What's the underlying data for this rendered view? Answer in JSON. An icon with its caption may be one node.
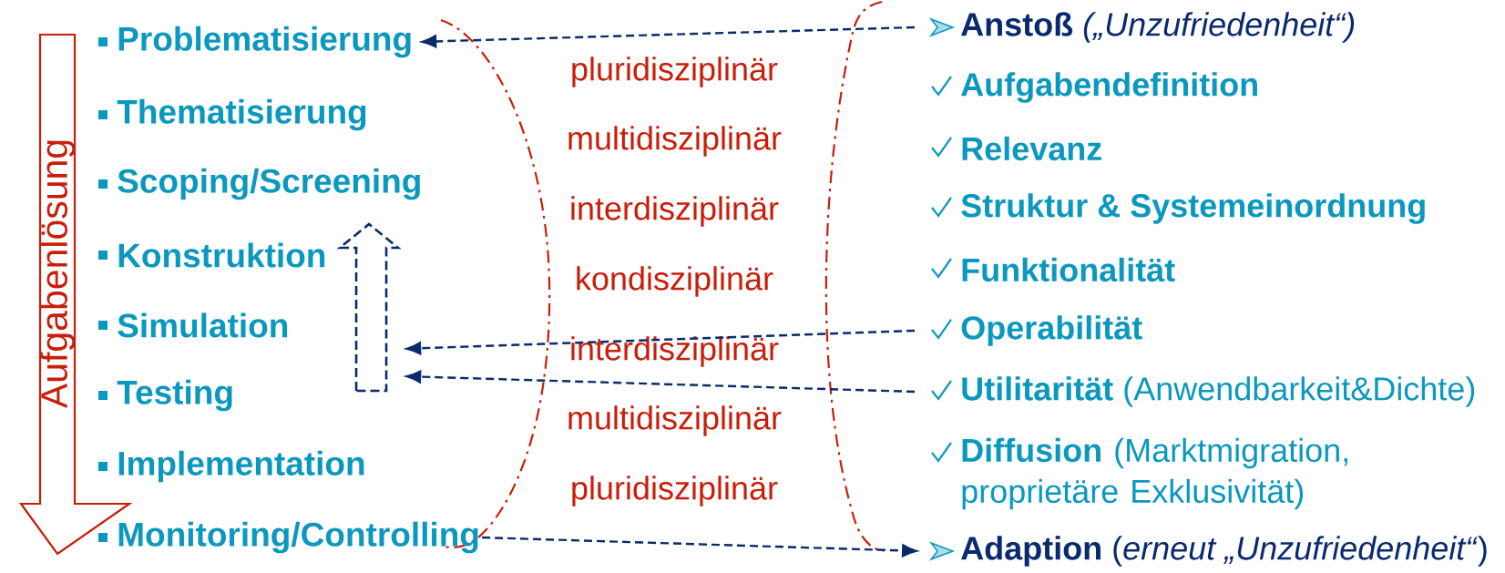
{
  "diagram": {
    "nodes": [
      {
        "text": [
          "Aufgabenlösung"
        ]
      },
      {
        "text": [
          "Problematisierung"
        ]
      },
      {
        "text": [
          "Thematisierung"
        ]
      },
      {
        "text": [
          "Scoping/Screening"
        ]
      },
      {
        "text": [
          "Konstruktion"
        ]
      },
      {
        "text": [
          "Simulation"
        ]
      },
      {
        "text": [
          "Testing"
        ]
      },
      {
        "text": [
          "Implementation"
        ]
      },
      {
        "text": [
          "Monitoring/Controlling"
        ]
      },
      {
        "text": [
          "**Anstoß** *(„Unzufriedenheit“)*"
        ]
      },
      {
        "text": [
          "Aufgabendefinition"
        ]
      },
      {
        "text": [
          "Relevanz"
        ]
      },
      {
        "text": [
          "Struktur & Systemeinordnung"
        ]
      },
      {
        "text": [
          "Funktionalität"
        ]
      },
      {
        "text": [
          "Operabilität"
        ]
      },
      {
        "text": [
          "**Utilitarität** (Anwendbarkeit&Dichte)"
        ]
      },
      {
        "text": [
          "**Diffusion** (Marktmigration, proprietäre Exklusivität)"
        ]
      },
      {
        "text": [
          "**Adaption** (*erneut „Unzufriedenheit“*)"
        ]
      },
      {
        "text": [],
        "shape": "arrow"
      }
    ],
    "edges": [
      {
        "from": 9,
        "to": 1,
        "arrow": "to",
        "style": "dashed"
      },
      {
        "from": 14,
        "to": 18,
        "arrow": "to",
        "style": "dashed"
      },
      {
        "from": 15,
        "to": 18,
        "arrow": "to",
        "style": "dashed"
      },
      {
        "from": 8,
        "to": 17,
        "arrow": "to",
        "style": "dashed"
      }
    ],
    "labels": [
      "pluridisziplinär",
      "multidisziplinär",
      "interdisziplinär",
      "kondisziplinär",
      "interdisziplinär",
      "multidisziplinär",
      "pluridisziplinär"
    ]
  }
}
